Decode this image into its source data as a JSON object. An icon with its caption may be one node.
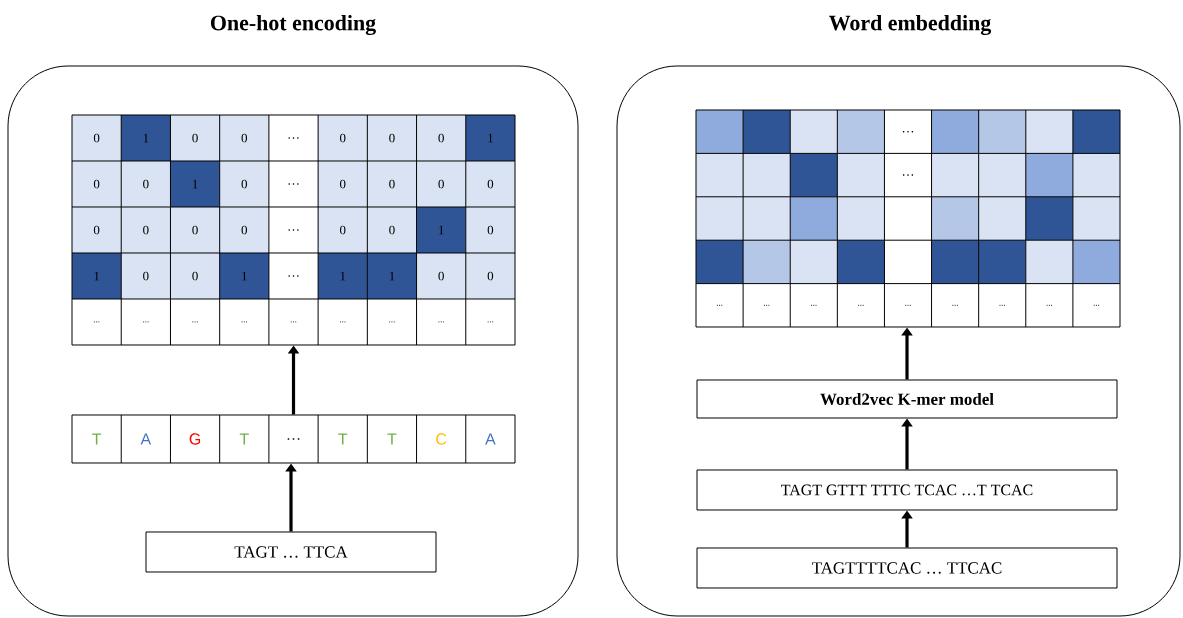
{
  "diagram": {
    "nodes": [
      {
        "text": [
          "One-hot encoding"
        ]
      },
      {
        "text": [
          "0",
          "1",
          "0",
          "0",
          "…",
          "0",
          "0",
          "0",
          "1",
          "0",
          "0",
          "1",
          "0",
          "…",
          "0",
          "0",
          "0",
          "0",
          "0",
          "0",
          "0",
          "0",
          "…",
          "0",
          "0",
          "1",
          "0",
          "1",
          "0",
          "0",
          "1",
          "…",
          "1",
          "1",
          "0",
          "0",
          "...",
          "...",
          "...",
          "...",
          "...",
          "...",
          "...",
          "...",
          "..."
        ],
        "in": 0
      },
      {
        "text": [
          "T",
          "A",
          "G",
          "T",
          "…",
          "T",
          "T",
          "C",
          "A"
        ],
        "in": 0
      },
      {
        "text": [
          "TAGT … TTCA"
        ],
        "in": 0
      },
      {
        "text": [
          "Word embedding"
        ]
      },
      {
        "text": [
          "…",
          "…",
          "...",
          "...",
          "...",
          "...",
          "...",
          "...",
          "...",
          "...",
          "..."
        ],
        "in": 4
      },
      {
        "text": [
          "Word2vec K-mer model"
        ],
        "in": 4
      },
      {
        "text": [
          "TAGT  GTTT  TTTC  TCAC …T  TCAC"
        ],
        "in": 4
      },
      {
        "text": [
          "TAGTTTTCAC … TTCAC"
        ],
        "in": 4
      }
    ],
    "edges": [
      {
        "from": 3,
        "to": 2,
        "arrow": "to"
      },
      {
        "from": 2,
        "to": 1,
        "arrow": "to"
      },
      {
        "from": 8,
        "to": 7,
        "arrow": "to"
      },
      {
        "from": 7,
        "to": 6,
        "arrow": "to"
      },
      {
        "from": 6,
        "to": 5,
        "arrow": "to"
      }
    ]
  }
}
